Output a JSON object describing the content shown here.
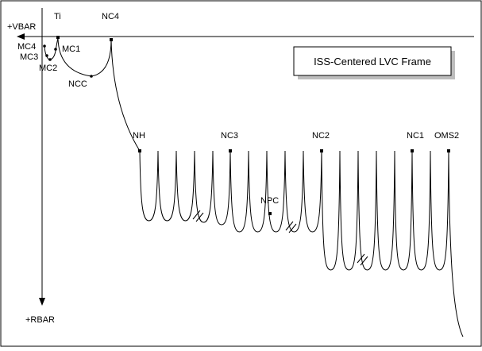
{
  "diagram": {
    "title": "ISS-Centered LVC Frame",
    "axes": {
      "vbar_label": "+VBAR",
      "rbar_label": "+RBAR"
    },
    "points": {
      "ti": "Ti",
      "nc4": "NC4",
      "mc4": "MC4",
      "mc3": "MC3",
      "mc2": "MC2",
      "mc1": "MC1",
      "ncc": "NCC",
      "nh": "NH",
      "nc3": "NC3",
      "npc": "NPC",
      "nc2": "NC2",
      "nc1": "NC1",
      "oms2": "OMS2"
    }
  }
}
